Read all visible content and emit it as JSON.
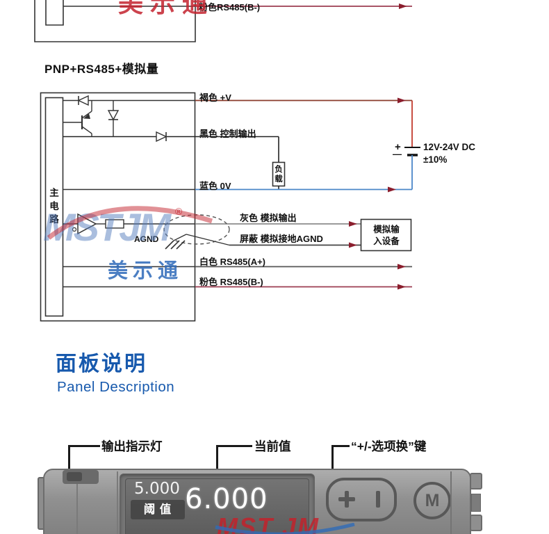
{
  "colors": {
    "accent_blue": "#1759ad",
    "wire_brown": "#8a3b2b",
    "wire_blue": "#4a86c8",
    "wire_pink": "#9c3c50",
    "arrow_red": "#8b1e2d",
    "watermark_red": "#c4232e",
    "watermark_blue": "#2f6cb8"
  },
  "top_diagram": {
    "wire_label": "粉色RS485(B-)",
    "watermark": "美示通"
  },
  "wiring_diagram": {
    "title": "PNP+RS485+模拟量",
    "main_circuit_label": "主电路",
    "labels": {
      "v_plus": "褐色 +V",
      "control_out": "黑色 控制输出",
      "zero_v": "蓝色 0V",
      "analog_out": "灰色 模拟输出",
      "shield": "屏蔽 模拟接地AGND",
      "rs485_a": "白色 RS485(A+)",
      "rs485_b": "粉色 RS485(B-)",
      "agnd": "AGND",
      "load": "负载"
    },
    "power_supply": {
      "plus": "+",
      "minus": "—",
      "voltage": "12V-24V DC",
      "tolerance": "±10%"
    },
    "analog_device": {
      "line1": "模拟输",
      "line2": "入设备"
    },
    "watermark": {
      "logo": "MSTJM",
      "reg": "®",
      "cn": "美示通"
    }
  },
  "panel_section": {
    "heading_cn": "面板说明",
    "heading_en": "Panel Description",
    "callouts": {
      "led": "输出指示灯",
      "current_value": "当前值",
      "keys": "“+/-选项换”键"
    },
    "display": {
      "small_value": "5.000",
      "threshold_label": "阈 值",
      "big_value": "6.000"
    },
    "m_button_label": "M",
    "watermark": "MST JM"
  }
}
